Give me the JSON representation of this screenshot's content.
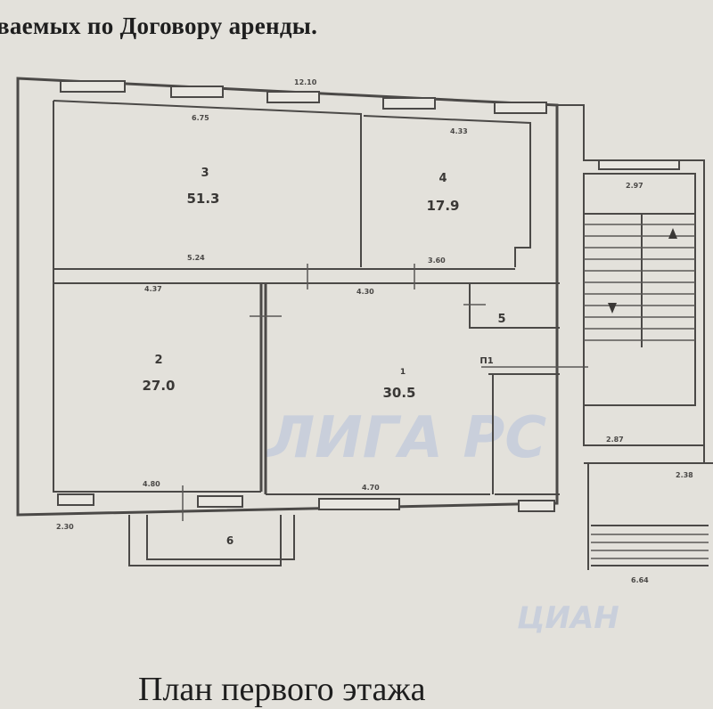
{
  "header_text": "ваемых по Договору аренды.",
  "footer_title": "План первого этажа",
  "rooms": [
    {
      "number": "1",
      "area": "30.5"
    },
    {
      "number": "2",
      "area": "27.0"
    },
    {
      "number": "3",
      "area": "51.3"
    },
    {
      "number": "4",
      "area": "17.9"
    },
    {
      "number": "5"
    },
    {
      "number": "6"
    },
    {
      "number": "П1"
    }
  ],
  "dimensions": {
    "total_width": "12.10",
    "room3_top": "6.75",
    "room3_bottom": "5.24",
    "room4_top": "4.33",
    "room4_bottom": "3.60",
    "room2_top": "4.37",
    "room2_bottom": "4.80",
    "room1_top": "4.30",
    "room1_bottom": "4.70",
    "stair_top": "2.97",
    "stair_bottom": "2.87",
    "entry_width": "2.38",
    "left_bottom": "2.30",
    "porch_width": "6.64"
  },
  "watermarks": {
    "agency": "ЛИГА РС",
    "site": "ЦИАН"
  },
  "colors": {
    "paper": "#e3e1db",
    "ink": "#4b4947",
    "watermark": "#b8c4dc"
  }
}
